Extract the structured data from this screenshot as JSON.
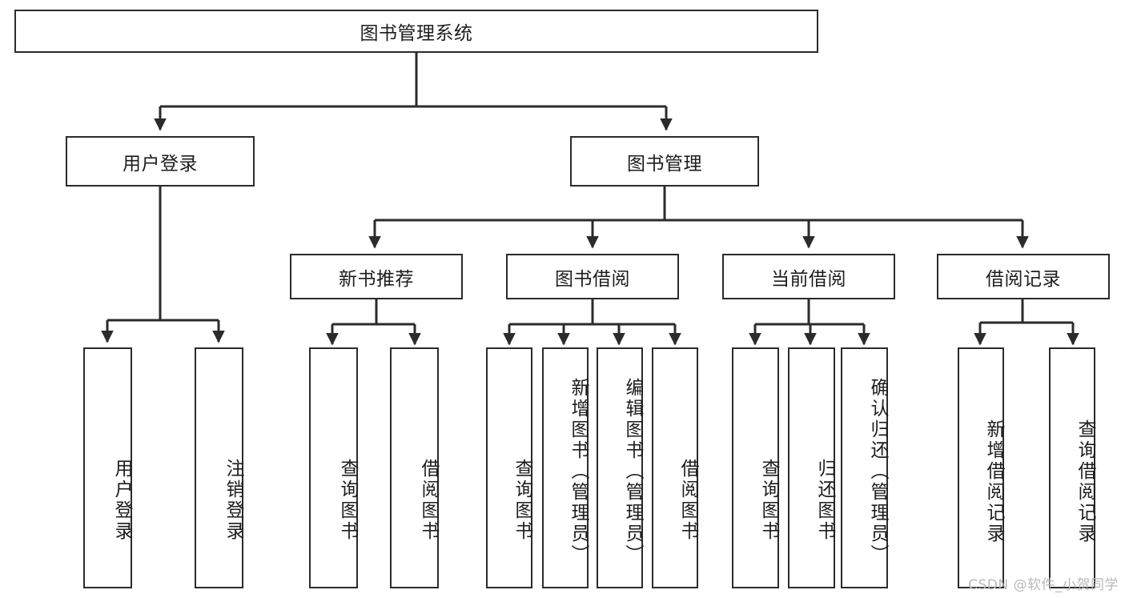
{
  "diagram": {
    "title": "图书管理系统",
    "type": "tree-hierarchy-diagram",
    "colors": {
      "box_border": "#2b2b2b",
      "box_fill": "#ffffff",
      "connector": "#2b2b2b",
      "text": "#1d1d1d",
      "watermark": "#b9b9b9"
    },
    "root": {
      "label": "图书管理系统"
    },
    "level2": [
      {
        "label": "用户登录"
      },
      {
        "label": "图书管理"
      }
    ],
    "level3": [
      {
        "label": "新书推荐"
      },
      {
        "label": "图书借阅"
      },
      {
        "label": "当前借阅"
      },
      {
        "label": "借阅记录"
      }
    ],
    "leaves": {
      "user_login": [
        {
          "label": "用户登录"
        },
        {
          "label": "注销登录"
        }
      ],
      "new_book_recommend": [
        {
          "label": "查询图书"
        },
        {
          "label": "借阅图书"
        }
      ],
      "book_borrow": [
        {
          "label": "查询图书"
        },
        {
          "label": "新增图书（管理员）"
        },
        {
          "label": "编辑图书（管理员）"
        },
        {
          "label": "借阅图书"
        }
      ],
      "current_borrow": [
        {
          "label": "查询图书"
        },
        {
          "label": "归还图书"
        },
        {
          "label": "确认归还（管理员）"
        }
      ],
      "borrow_record": [
        {
          "label": "新增借阅记录"
        },
        {
          "label": "查询借阅记录"
        }
      ]
    }
  },
  "watermark": {
    "text": "CSDN @软件_小贺同学"
  }
}
